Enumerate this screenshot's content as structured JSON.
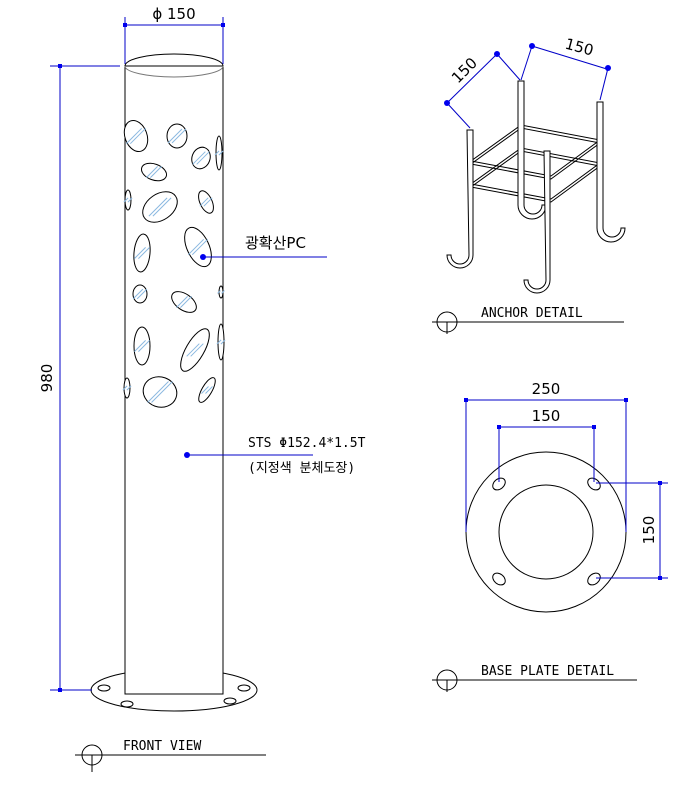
{
  "front_view": {
    "title": "FRONT  VIEW",
    "diameter_label": "ϕ 150",
    "height_label": "980",
    "pc_label": "광확산PC",
    "material_label": "STS  Φ152.4*1.5T",
    "finish_label": "(지정색 분체도장)"
  },
  "anchor_detail": {
    "title": "ANCHOR DETAIL",
    "dim_left": "150",
    "dim_right": "150"
  },
  "base_plate_detail": {
    "title": "BASE PLATE DETAIL",
    "outer_dim": "250",
    "hole_spacing_h": "150",
    "hole_spacing_v": "150"
  },
  "colors": {
    "dimension": "#0000c8",
    "glass_hatch": "#8ab8e0"
  }
}
